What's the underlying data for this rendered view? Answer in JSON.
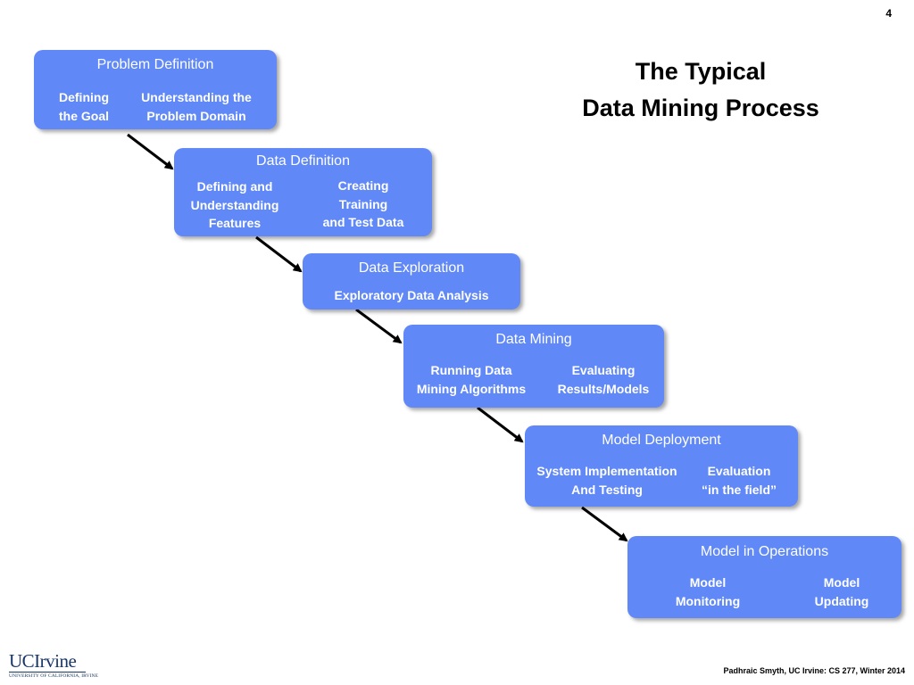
{
  "slide_number": "4",
  "title": {
    "line1": "The Typical",
    "line2": "Data Mining Process"
  },
  "steps": [
    {
      "heading": "Problem Definition",
      "items": [
        "Defining\nthe Goal",
        "Understanding the\nProblem Domain"
      ]
    },
    {
      "heading": "Data Definition",
      "items": [
        "Defining and\nUnderstanding\nFeatures",
        "Creating\nTraining\nand Test Data"
      ]
    },
    {
      "heading": "Data Exploration",
      "items": [
        "Exploratory Data Analysis"
      ]
    },
    {
      "heading": "Data Mining",
      "items": [
        "Running Data\nMining Algorithms",
        "Evaluating\nResults/Models"
      ]
    },
    {
      "heading": "Model Deployment",
      "items": [
        "System Implementation\nAnd Testing",
        "Evaluation\n“in the field”"
      ]
    },
    {
      "heading": "Model in Operations",
      "items": [
        "Model\nMonitoring",
        "Model\nUpdating"
      ]
    }
  ],
  "logo": {
    "name": "UCIrvine",
    "subtitle": "UNIVERSITY OF CALIFORNIA, IRVINE"
  },
  "footer": "Padhraic Smyth, UC Irvine: CS 277, Winter 2014",
  "colors": {
    "box": "#6088f6",
    "arrow": "#000000"
  }
}
